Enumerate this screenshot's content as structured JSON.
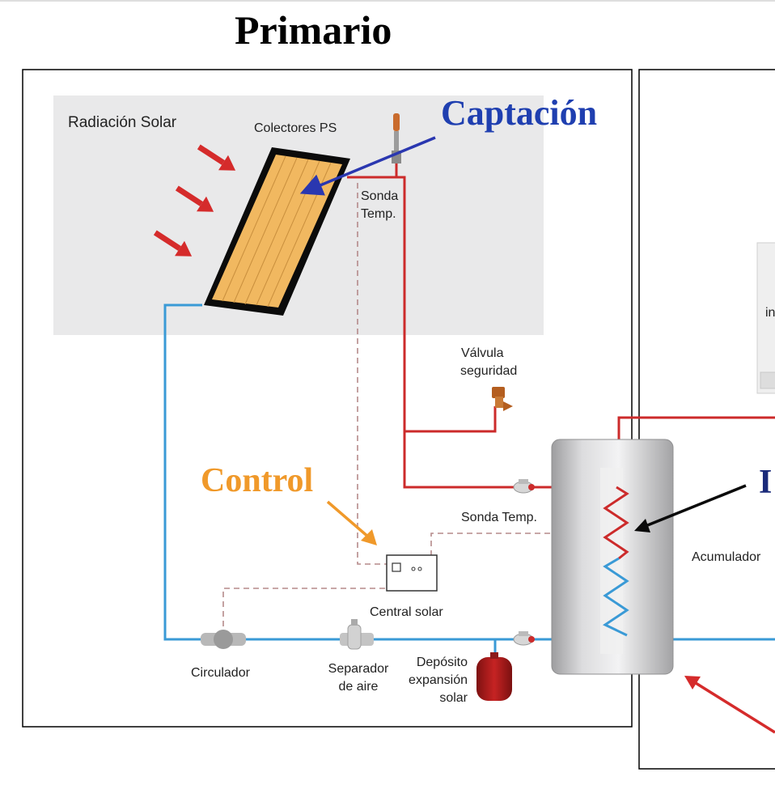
{
  "title": "Primario",
  "sections": {
    "captacion": {
      "label": "Captación",
      "color": "#1f3fb0"
    },
    "control": {
      "label": "Control",
      "color": "#f0992a"
    },
    "intercambio_partial": {
      "label": "I",
      "color": "#1a2a7a"
    }
  },
  "labels": {
    "radiacion": "Radiación Solar",
    "colectores": "Colectores PS",
    "sonda_top_1": "Sonda",
    "sonda_top_2": "Temp.",
    "valvula_1": "Válvula",
    "valvula_2": "seguridad",
    "sonda_tank": "Sonda Temp.",
    "central": "Central solar",
    "acumulador": "Acumulador",
    "circulador": "Circulador",
    "separador_1": "Separador",
    "separador_2": "de aire",
    "deposito_1": "Depósito",
    "deposito_2": "expansión",
    "deposito_3": "solar",
    "cut_text": "in"
  },
  "colors": {
    "hot_pipe": "#cc2b2b",
    "cold_pipe": "#3a9ad6",
    "control_wire": "#b58a8a",
    "panel_bg": "#e9e9ea",
    "collector_fill": "#f1b860",
    "arrow_red": "#d52b2b",
    "arrow_blue": "#2a37b0",
    "arrow_orange": "#f0992a"
  }
}
